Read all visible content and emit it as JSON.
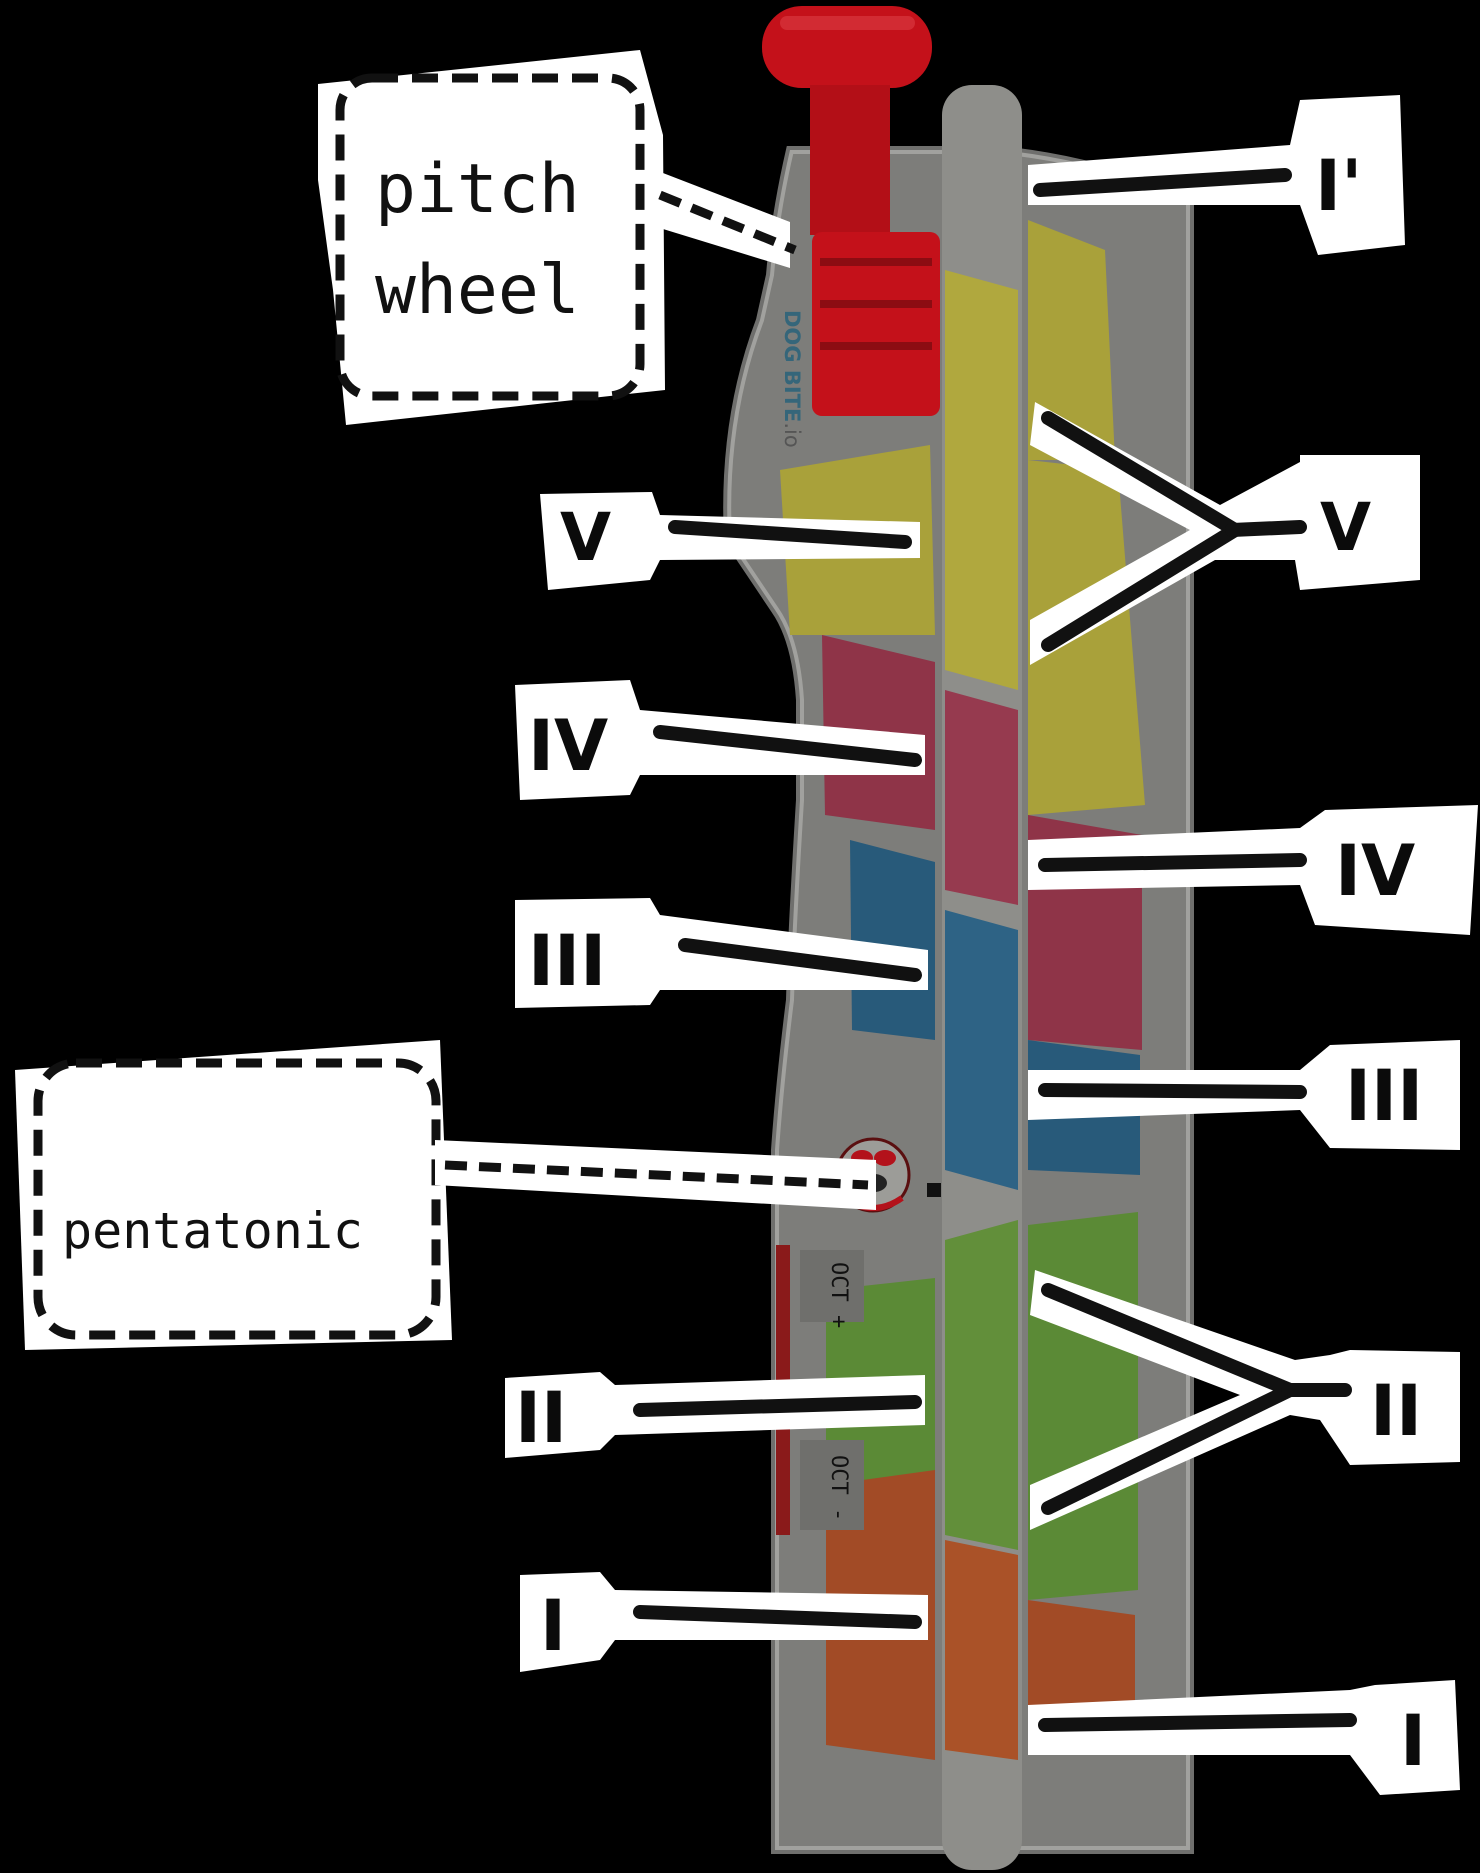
{
  "device": {
    "brand_main": "DOG BITE",
    "brand_suffix": ".io",
    "button_oct_up": "OCT +",
    "button_oct_down": "OCT -",
    "colors": {
      "body": "#7d7d7a",
      "rail": "#8e8e8a",
      "wheel": "#c4111a",
      "pad_yellow": "#a9a13a",
      "pad_pink": "#8f3448",
      "pad_blue": "#285a7a",
      "pad_green": "#5b8a36",
      "pad_orange": "#a24b26"
    }
  },
  "callouts": {
    "pitch_wheel": [
      "pitch",
      "wheel"
    ],
    "pentatonic": "pentatonic"
  },
  "left_labels": [
    "V",
    "IV",
    "III",
    "II",
    "I"
  ],
  "right_labels": [
    "I'",
    "V",
    "IV",
    "III",
    "II",
    "I"
  ]
}
